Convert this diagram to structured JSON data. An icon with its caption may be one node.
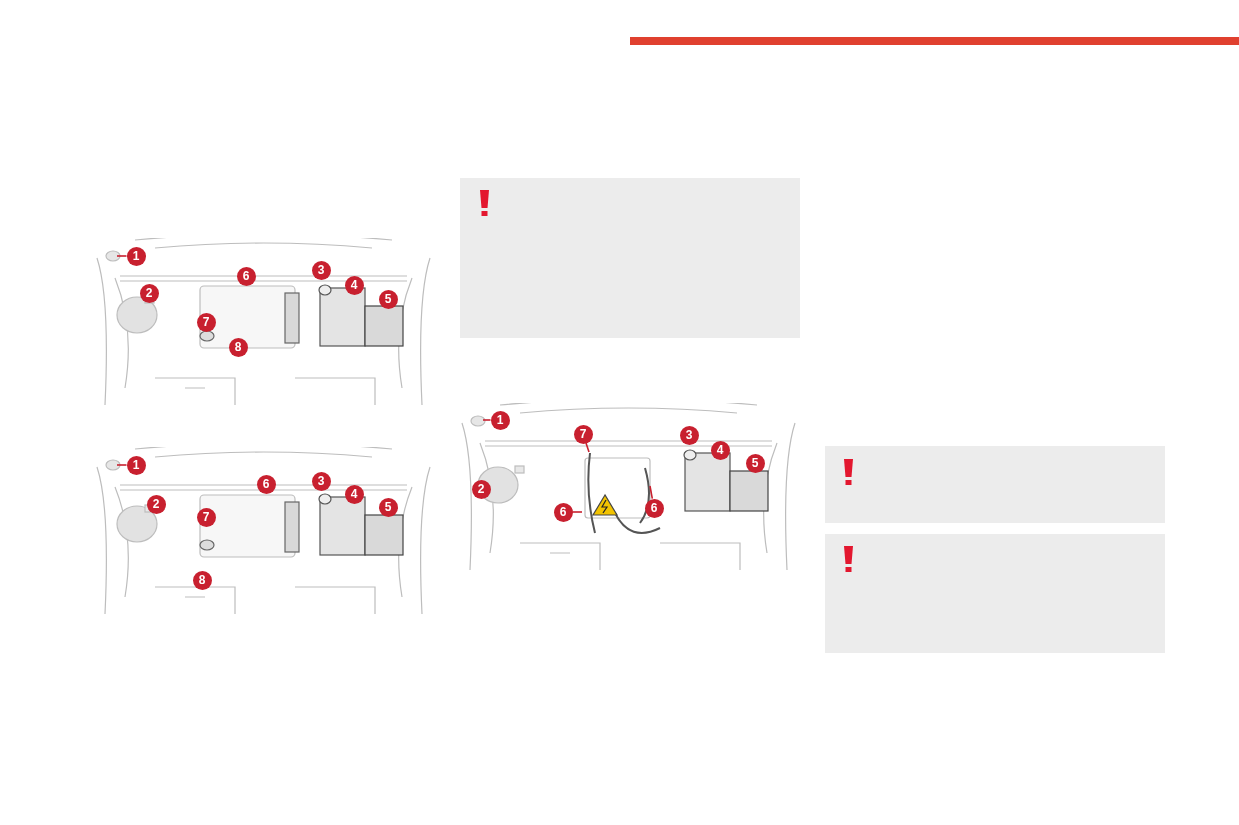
{
  "diagram": {
    "nodes": [
      {
        "text": [
          "1"
        ]
      },
      {
        "text": [
          "2"
        ]
      },
      {
        "text": [
          "3"
        ]
      },
      {
        "text": [
          "4"
        ]
      },
      {
        "text": [
          "5"
        ]
      },
      {
        "text": [
          "6"
        ]
      },
      {
        "text": [
          "7"
        ]
      },
      {
        "text": [
          "8"
        ]
      },
      {
        "text": [
          "1"
        ]
      },
      {
        "text": [
          "2"
        ]
      },
      {
        "text": [
          "3"
        ]
      },
      {
        "text": [
          "4"
        ]
      },
      {
        "text": [
          "5"
        ]
      },
      {
        "text": [
          "6"
        ]
      },
      {
        "text": [
          "7"
        ]
      },
      {
        "text": [
          "8"
        ]
      },
      {
        "text": [
          "1"
        ]
      },
      {
        "text": [
          "2"
        ]
      },
      {
        "text": [
          "3"
        ]
      },
      {
        "text": [
          "4"
        ]
      },
      {
        "text": [
          "5"
        ]
      },
      {
        "text": [
          "7"
        ]
      },
      {
        "text": [
          "6"
        ]
      },
      {
        "text": [
          "6"
        ]
      }
    ],
    "edges": [
      {
        "from": 0,
        "to": null,
        "arrow": "none"
      },
      {
        "from": 8,
        "to": null,
        "arrow": "none"
      },
      {
        "from": 16,
        "to": null,
        "arrow": "none"
      },
      {
        "from": 21,
        "to": null,
        "arrow": "none"
      },
      {
        "from": 22,
        "to": null,
        "arrow": "none"
      },
      {
        "from": 23,
        "to": null,
        "arrow": "none"
      }
    ]
  }
}
